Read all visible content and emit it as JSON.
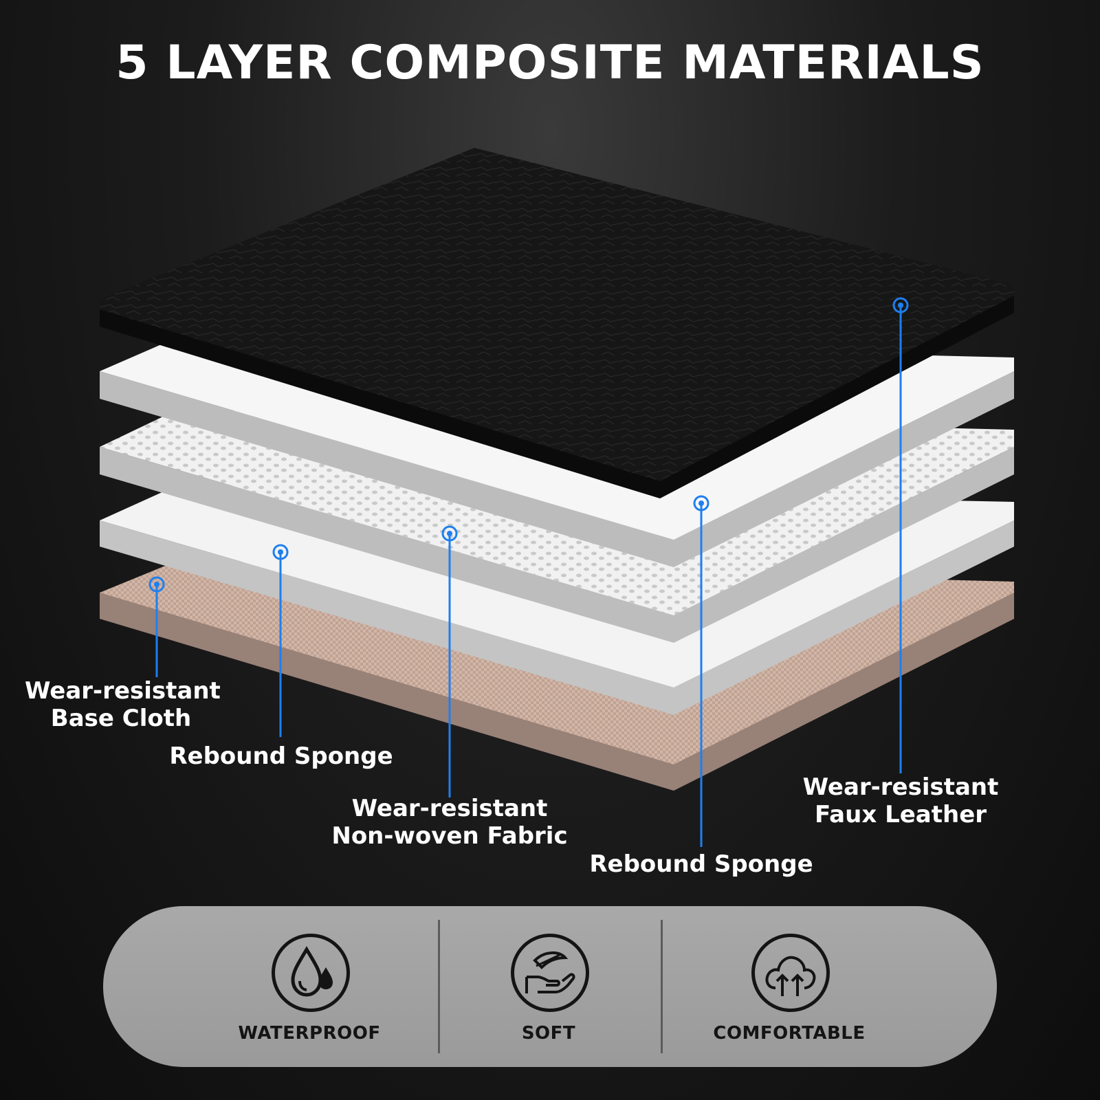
{
  "title": "5 LAYER COMPOSITE MATERIALS",
  "labels": {
    "base_cloth": [
      "Wear-resistant",
      "Base Cloth"
    ],
    "rebound_sponge_left": "Rebound Sponge",
    "non_woven": [
      "Wear-resistant",
      "Non-woven Fabric"
    ],
    "rebound_sponge_right": "Rebound Sponge",
    "faux_leather": [
      "Wear-resistant",
      "Faux Leather"
    ]
  },
  "features": [
    {
      "label": "WATERPROOF",
      "icon": "water-drop-icon"
    },
    {
      "label": "SOFT",
      "icon": "hand-feather-icon"
    },
    {
      "label": "COMFORTABLE",
      "icon": "cloud-arrows-icon"
    }
  ],
  "colors": {
    "accent": "#1e7ff0",
    "leather": "#141414",
    "sponge": "#f2f2f2",
    "base_cloth": "#c9ad9e"
  }
}
